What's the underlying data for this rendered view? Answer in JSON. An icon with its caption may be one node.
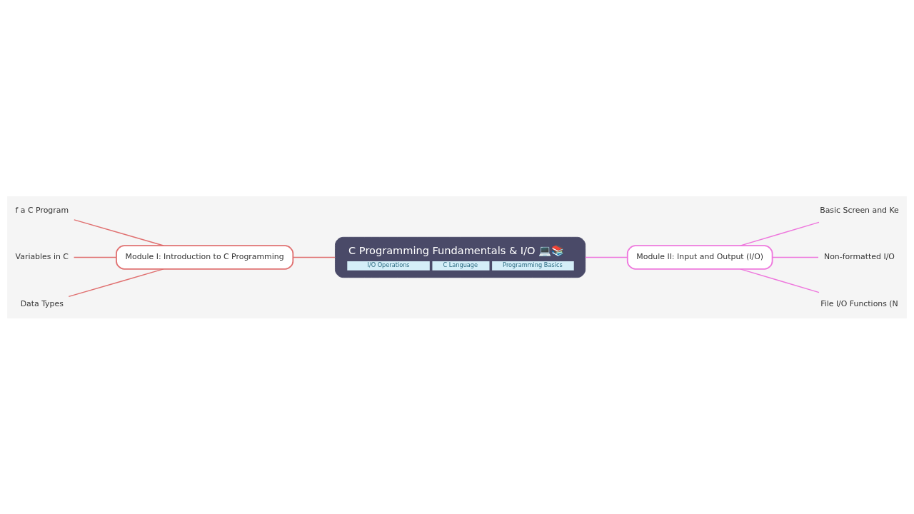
{
  "diagram": {
    "nodes": [
      {
        "text": [
          "C Programming Fundamentals & I/O 💻📚",
          "I/O Operations",
          "C Language",
          "Programming Basics"
        ]
      },
      {
        "text": [
          "Module I: Introduction to C Programming"
        ]
      },
      {
        "text": [
          "f a C Program"
        ]
      },
      {
        "text": [
          "Variables in C"
        ]
      },
      {
        "text": [
          "Data Types"
        ]
      },
      {
        "text": [
          "Module II: Input and Output (I/O)"
        ]
      },
      {
        "text": [
          "Basic Screen and Ke"
        ]
      },
      {
        "text": [
          "Non-formatted I/O"
        ]
      },
      {
        "text": [
          "File I/O Functions (N"
        ]
      }
    ],
    "edges": [
      {
        "from": 0,
        "to": 1,
        "arrow": "none",
        "color": "#e07070"
      },
      {
        "from": 1,
        "to": 2,
        "arrow": "none",
        "color": "#e07070"
      },
      {
        "from": 1,
        "to": 3,
        "arrow": "none",
        "color": "#e07070"
      },
      {
        "from": 1,
        "to": 4,
        "arrow": "none",
        "color": "#e07070"
      },
      {
        "from": 0,
        "to": 5,
        "arrow": "none",
        "color": "#ee77dd"
      },
      {
        "from": 5,
        "to": 6,
        "arrow": "none",
        "color": "#ee77dd"
      },
      {
        "from": 5,
        "to": 7,
        "arrow": "none",
        "color": "#ee77dd"
      },
      {
        "from": 5,
        "to": 8,
        "arrow": "none",
        "color": "#ee77dd"
      }
    ]
  }
}
